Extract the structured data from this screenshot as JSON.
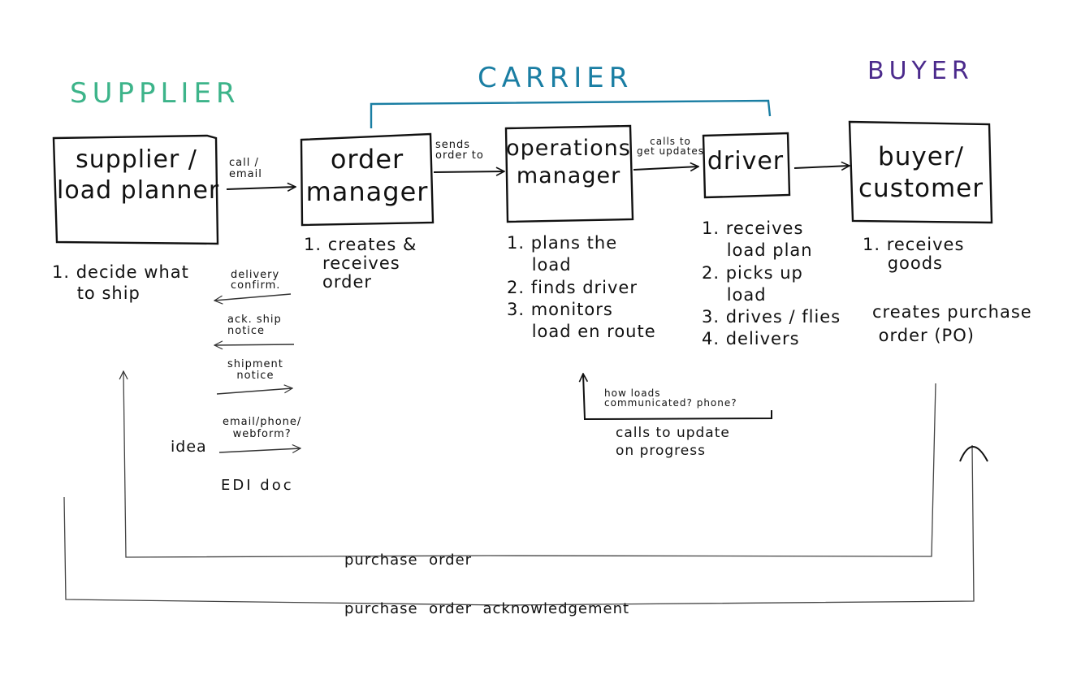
{
  "colors": {
    "supplier": "#3db48a",
    "carrier": "#1a7ea3",
    "buyer": "#4b2a8c",
    "ink": "#111111",
    "light_ink": "#555555"
  },
  "headings": {
    "supplier": "SUPPLIER",
    "carrier": "CARRIER",
    "buyer": "BUYER"
  },
  "boxes": {
    "supplier": "supplier /\nload planner",
    "order_manager": "order\nmanager",
    "operations_manager": "operations\nmanager",
    "driver": "driver",
    "buyer": "buyer/\ncustomer"
  },
  "arrows": {
    "supplier_to_order": "call /\nemail",
    "order_to_ops": "sends\norder to",
    "ops_to_driver": "calls to\nget updates"
  },
  "notes": {
    "supplier": "1. decide what\n    to ship",
    "order_manager": "1. creates &\n   receives\n   order",
    "operations_manager": "1. plans the\n    load\n2. finds driver\n3. monitors\n    load en route",
    "driver": "1. receives\n    load plan\n2. picks up\n    load\n3. drives / flies\n4. delivers",
    "buyer_1": "1. receives\n    goods",
    "buyer_2": "creates purchase\n order (PO)"
  },
  "messages": {
    "delivery_confirm": "delivery\nconfirm.",
    "ack_ship_notice": "ack. ship\nnotice",
    "shipment_notice": "shipment\nnotice",
    "email_phone_webform": "email/phone/\nwebform?",
    "idea": "idea",
    "edi_doc": "EDI doc"
  },
  "feedback_loop": {
    "question": "how loads\ncommunicated? phone?",
    "label": "calls to update\non progress"
  },
  "bottom_loops": {
    "purchase_order": "purchase  order",
    "purchase_order_ack": "purchase  order  acknowledgement"
  }
}
